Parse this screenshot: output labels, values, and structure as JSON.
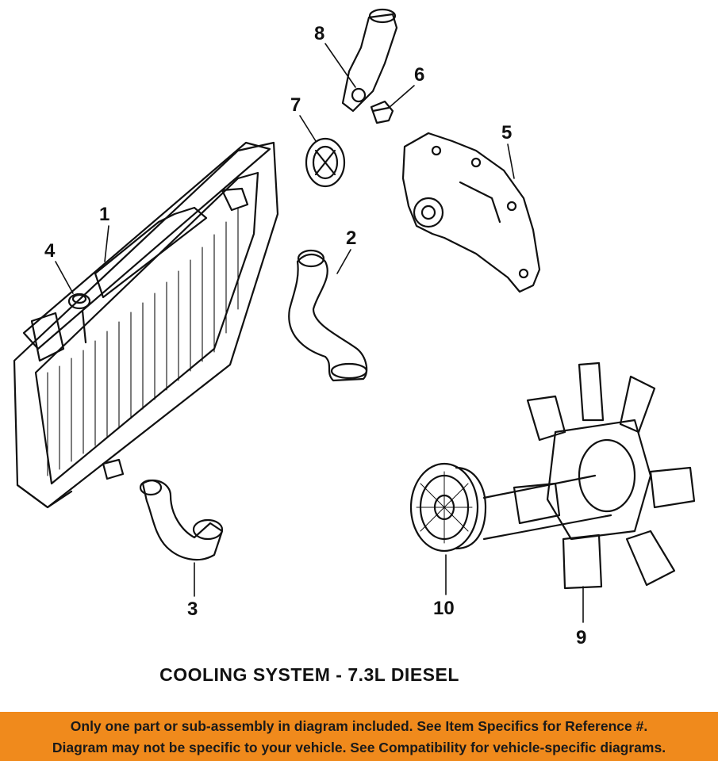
{
  "diagram": {
    "caption": "COOLING SYSTEM - 7.3L DIESEL",
    "parts": [
      {
        "number": "1",
        "icon": "radiator-icon"
      },
      {
        "number": "2",
        "icon": "upper-hose-icon"
      },
      {
        "number": "3",
        "icon": "lower-hose-icon"
      },
      {
        "number": "4",
        "icon": "radiator-cap-icon"
      },
      {
        "number": "5",
        "icon": "water-pump-icon"
      },
      {
        "number": "6",
        "icon": "temperature-sensor-icon"
      },
      {
        "number": "7",
        "icon": "thermostat-icon"
      },
      {
        "number": "8",
        "icon": "water-outlet-icon"
      },
      {
        "number": "9",
        "icon": "fan-blade-icon"
      },
      {
        "number": "10",
        "icon": "fan-clutch-icon"
      }
    ]
  },
  "footer": {
    "line1": "Only one part or sub-assembly in diagram included. See Item Specifics for Reference #.",
    "line2": "Diagram may not be specific to your vehicle. See Compatibility for vehicle-specific diagrams."
  },
  "colors": {
    "footer_background": "#f08a1c",
    "line_art": "#111111"
  }
}
